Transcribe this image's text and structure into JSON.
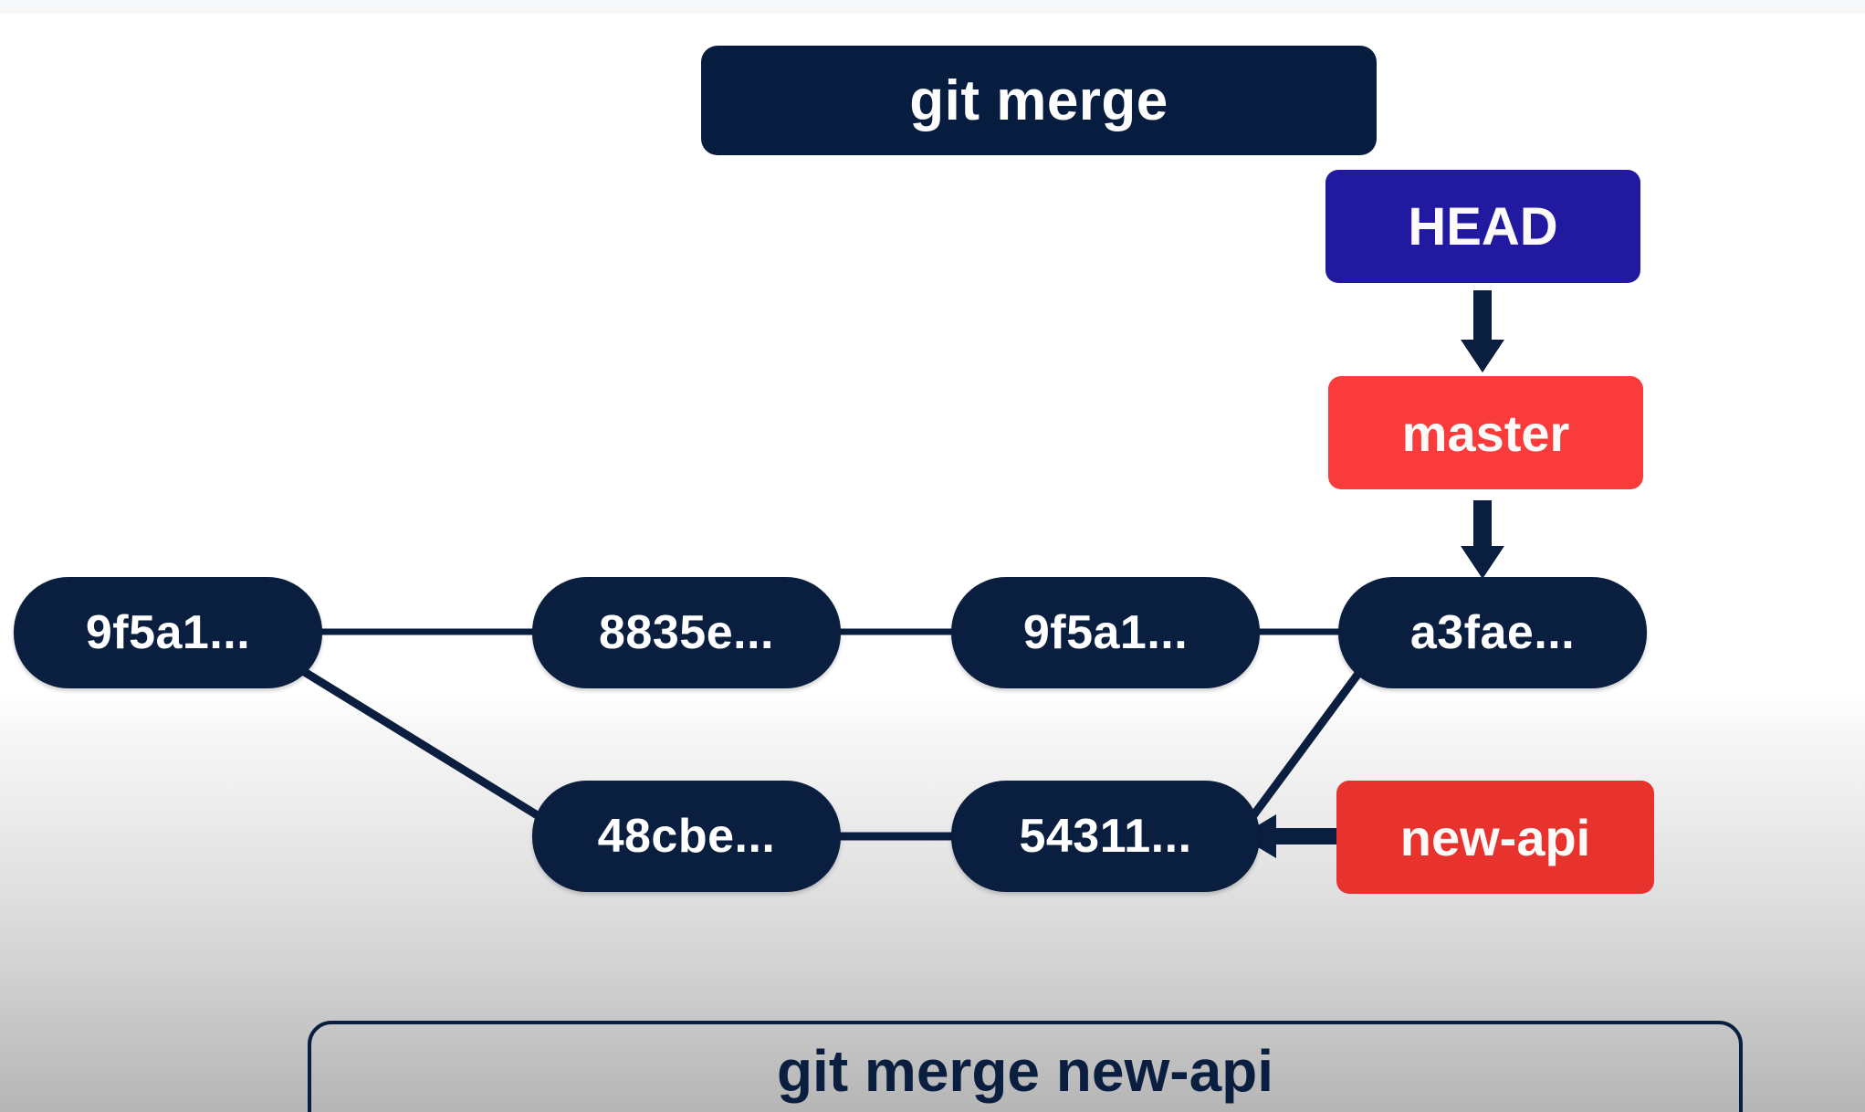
{
  "diagram": {
    "title": "git merge",
    "command": "git merge new-api",
    "pointer_head_label": "HEAD",
    "branches": [
      {
        "name": "master",
        "color": "#f93b3b"
      },
      {
        "name": "new-api",
        "color": "#e8322e"
      }
    ],
    "colors": {
      "node": "#0a1e40",
      "title_box": "#071d3f",
      "head_badge": "#211aa0",
      "master_badge": "#f93b3b",
      "newapi_badge": "#e8322e",
      "edge": "#0a1e40",
      "page_top": "#ffffff",
      "page_bottom": "#b6b6b6"
    },
    "commits_main": [
      {
        "hash": "9f5a1..."
      },
      {
        "hash": "8835e..."
      },
      {
        "hash": "9f5a1..."
      },
      {
        "hash": "a3fae..."
      }
    ],
    "commits_branch": [
      {
        "hash": "48cbe..."
      },
      {
        "hash": "54311..."
      }
    ],
    "labels": {
      "head_to_master_arrow": "down-arrow",
      "master_to_commit_arrow": "down-arrow",
      "newapi_to_commit_arrow": "left-arrow"
    }
  }
}
